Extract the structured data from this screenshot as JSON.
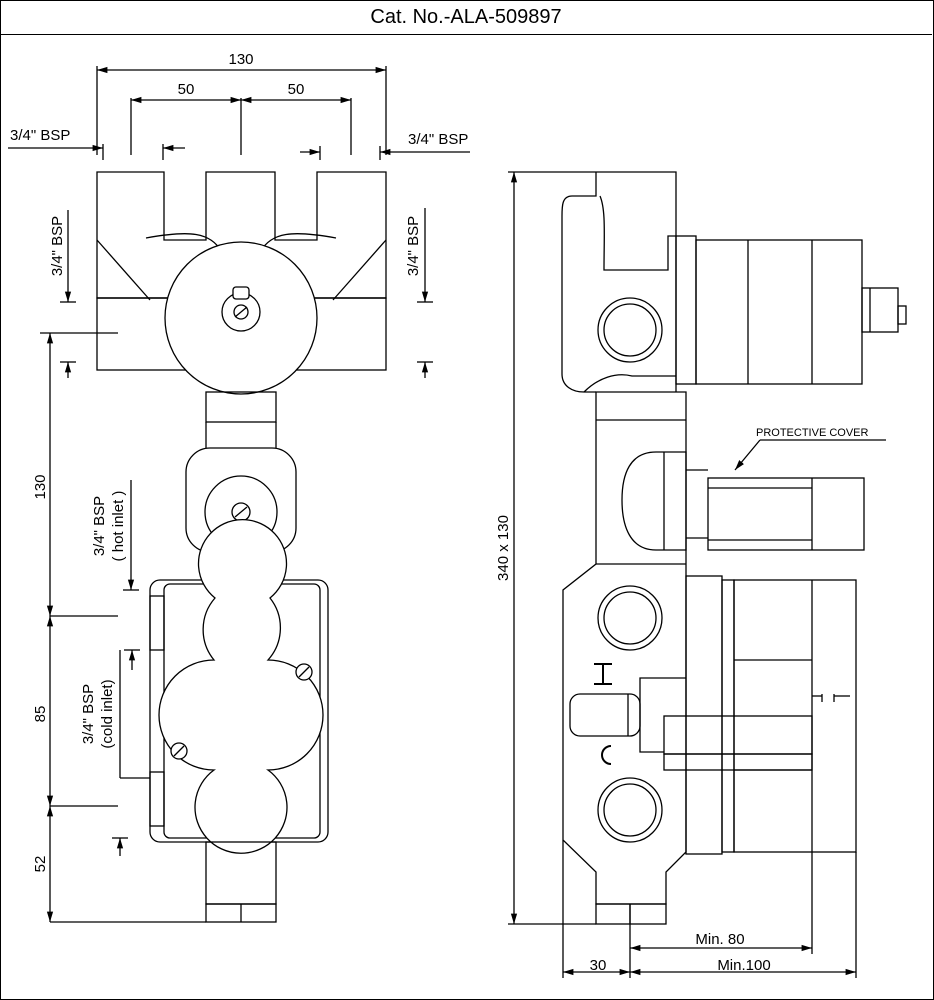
{
  "title": "Cat. No.-ALA-509897",
  "front": {
    "dim_overall_width": "130",
    "dim_left_spacing": "50",
    "dim_right_spacing": "50",
    "bsp_top_left": "3/4\" BSP",
    "bsp_top_right": "3/4\" BSP",
    "bsp_side_left": "3/4\" BSP",
    "bsp_side_right": "3/4\" BSP",
    "dim_upper_height": "130",
    "dim_mid_height": "85",
    "dim_low_height": "52",
    "hot_inlet_line1": "3/4\" BSP",
    "hot_inlet_line2": "( hot inlet )",
    "cold_inlet_line1": "3/4\" BSP",
    "cold_inlet_line2": "(cold inlet)"
  },
  "side": {
    "protective_cover": "PROTECTIVE COVER",
    "overall_size": "340 x 130",
    "hot_mark": "H",
    "cold_mark": "C",
    "dim_depth": "30",
    "dim_min80": "Min. 80",
    "dim_min100": "Min.100"
  }
}
